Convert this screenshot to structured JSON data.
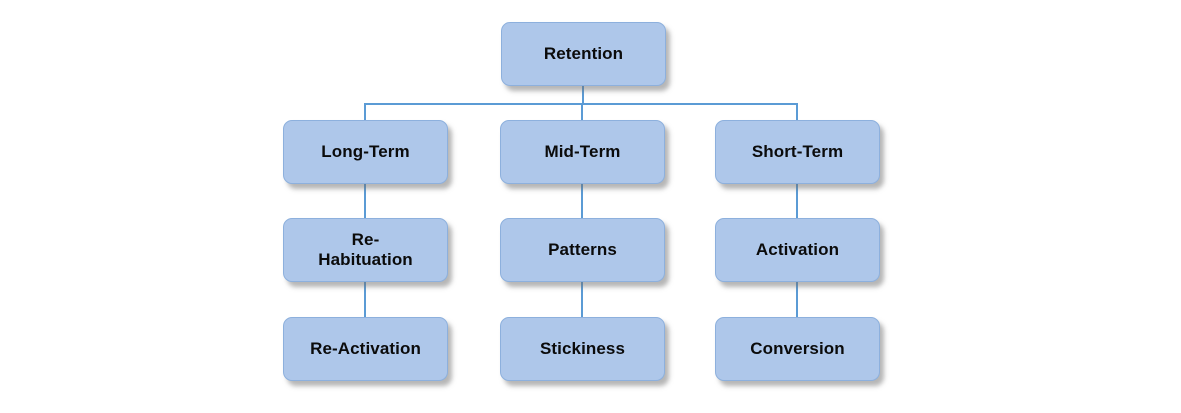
{
  "diagram": {
    "type": "hierarchy-tree",
    "background_color": "#ffffff",
    "node_fill_color": "#aec7ea",
    "node_border_color": "#8db0dd",
    "connector_color": "#5b9bd5",
    "text_color": "#0b0b0b",
    "root": {
      "id": "retention",
      "label": "Retention"
    },
    "columns": [
      {
        "id": "long-term",
        "nodes": [
          {
            "id": "long-term",
            "label": "Long-Term"
          },
          {
            "id": "re-habituation",
            "label": "Re-\nHabituation"
          },
          {
            "id": "re-activation",
            "label": "Re-Activation"
          }
        ]
      },
      {
        "id": "mid-term",
        "nodes": [
          {
            "id": "mid-term",
            "label": "Mid-Term"
          },
          {
            "id": "patterns",
            "label": "Patterns"
          },
          {
            "id": "stickiness",
            "label": "Stickiness"
          }
        ]
      },
      {
        "id": "short-term",
        "nodes": [
          {
            "id": "short-term",
            "label": "Short-Term"
          },
          {
            "id": "activation",
            "label": "Activation"
          },
          {
            "id": "conversion",
            "label": "Conversion"
          }
        ]
      }
    ]
  }
}
